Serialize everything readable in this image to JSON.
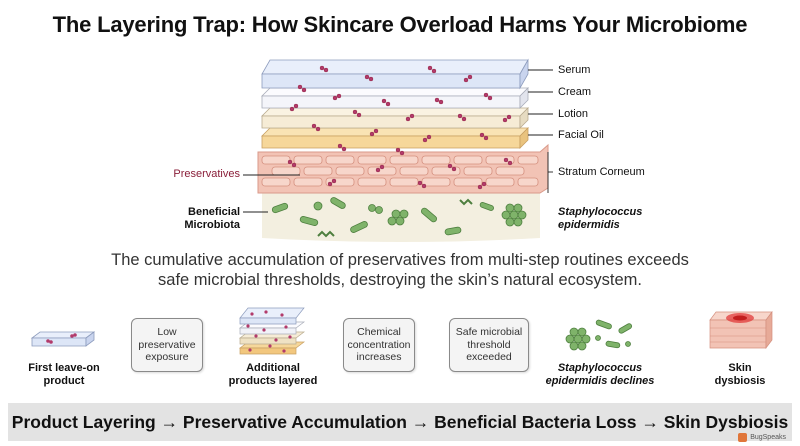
{
  "title": "The Layering Trap: How Skincare Overload Harms Your Microbiome",
  "layers": {
    "serum": "Serum",
    "cream": "Cream",
    "lotion": "Lotion",
    "facial_oil": "Facial Oil",
    "stratum_corneum": "Stratum Corneum"
  },
  "left_labels": {
    "preservatives": "Preservatives",
    "beneficial_line1": "Beneficial",
    "beneficial_line2": "Microbiota"
  },
  "right_labels": {
    "staph_line1": "Staphylococcus",
    "staph_line2": "epidermidis"
  },
  "description": {
    "line1": "The cumulative accumulation of preservatives from multi-step routines exceeds",
    "line2": "safe microbial thresholds, destroying the skin’s natural ecosystem."
  },
  "steps": {
    "first_product_1": "First leave-on",
    "first_product_2": "product",
    "low_exposure_1": "Low",
    "low_exposure_2": "preservative",
    "low_exposure_3": "exposure",
    "additional_1": "Additional",
    "additional_2": "products layered",
    "chemical_1": "Chemical",
    "chemical_2": "concentration",
    "chemical_3": "increases",
    "threshold_1": "Safe microbial",
    "threshold_2": "threshold",
    "threshold_3": "exceeded",
    "staph_declines_1": "Staphylococcus",
    "staph_declines_2": "epidermidis declines",
    "dysbiosis_1": "Skin",
    "dysbiosis_2": "dysbiosis"
  },
  "bottom_banner": "Product Layering → Preservative Accumulation → Beneficial Bacteria Loss → Skin Dysbiosis",
  "brand": "BugSpeaks",
  "colors": {
    "serum": "#dde6f7",
    "cream": "#f7f7fb",
    "lotion": "#f6ecd6",
    "facial_oil": "#f6d79a",
    "skin": "#f4c9bd",
    "dermis": "#f3efe0",
    "preservative": "#b23a6b",
    "bacteria": "#7fb36a",
    "banner": "#e3e3e3"
  }
}
